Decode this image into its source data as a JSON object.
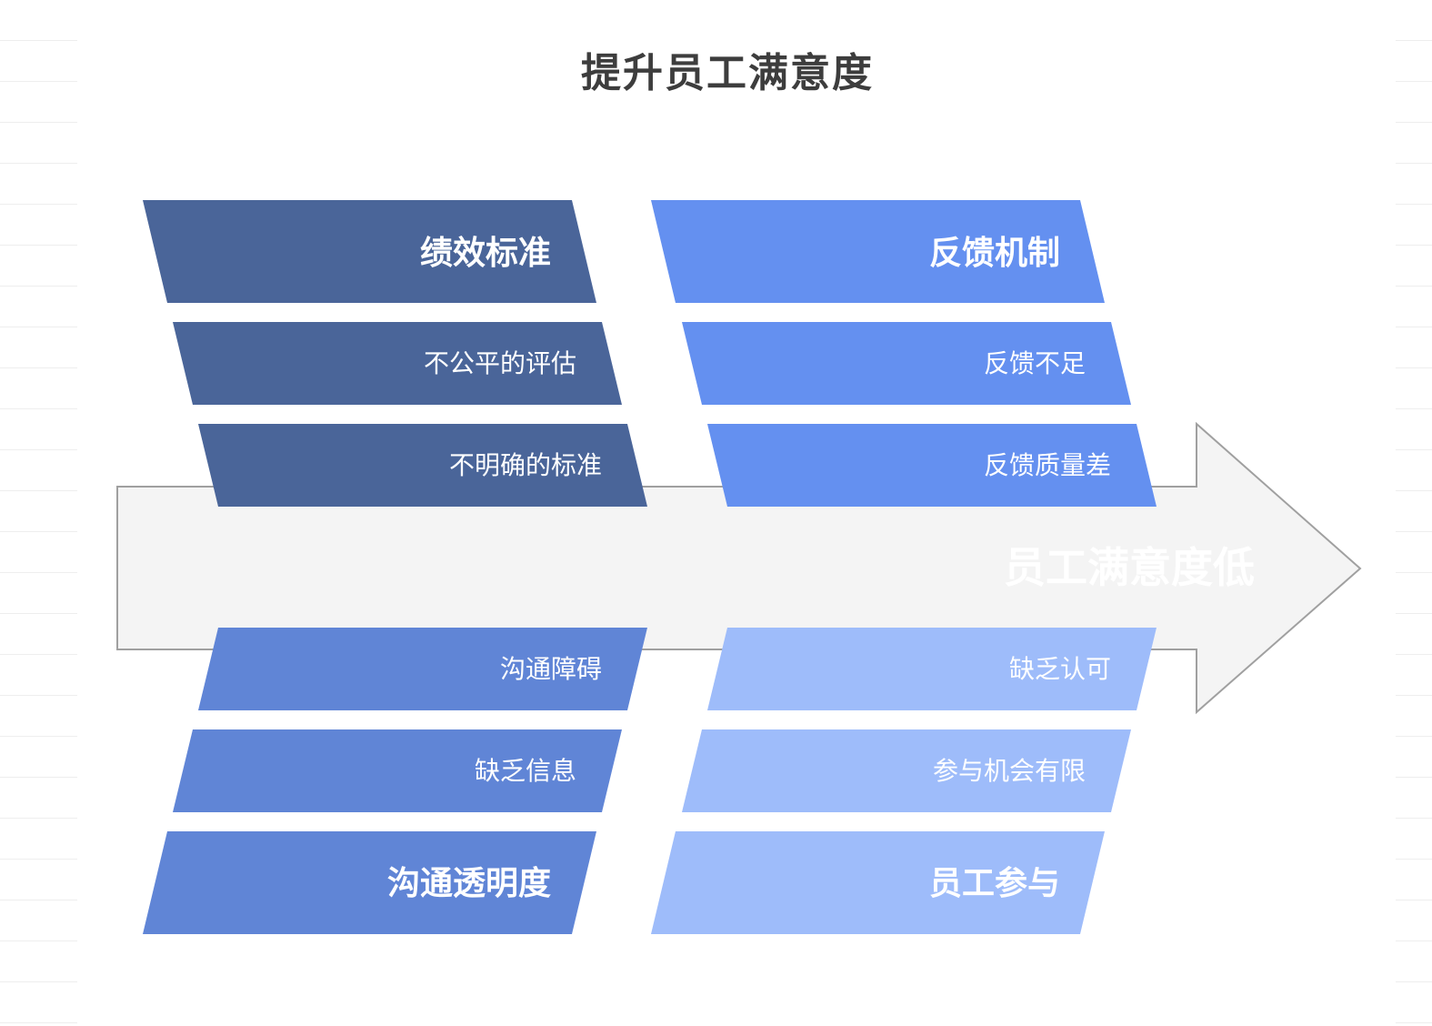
{
  "title": "提升员工满意度",
  "effect": "员工满意度低",
  "categories": [
    {
      "name": "绩效标准",
      "causes": [
        "不公平的评估",
        "不明确的标准"
      ],
      "color": "#4a6599"
    },
    {
      "name": "反馈机制",
      "causes": [
        "反馈不足",
        "反馈质量差"
      ],
      "color": "#6490f0"
    },
    {
      "name": "沟通透明度",
      "causes": [
        "沟通障碍",
        "缺乏信息"
      ],
      "color": "#6085d6"
    },
    {
      "name": "员工参与",
      "causes": [
        "缺乏认可",
        "参与机会有限"
      ],
      "color": "#9ebcfa"
    }
  ],
  "colors": {
    "arrow_fill": "#f4f4f4",
    "arrow_stroke": "#a0a0a0",
    "title": "#3d3d3d"
  }
}
